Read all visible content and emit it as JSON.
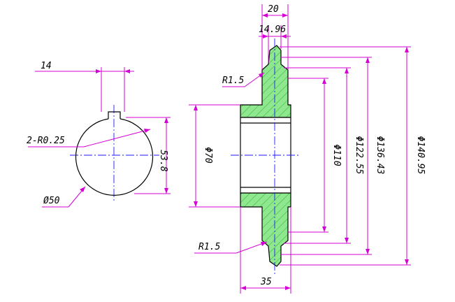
{
  "colors": {
    "dimension": "#d400d4",
    "outline": "#000000",
    "center_line": "#1a1aff",
    "section_fill": "#8fe88f",
    "hatch": "#2db22d"
  },
  "labels": {
    "keyway_width": "14",
    "key_fillet": "2-R0.25",
    "keyway_depth": "53.8",
    "bore_dia": "Ø50",
    "hub_width_top": "20",
    "tooth_width": "14.96",
    "root_fillet_top": "R1.5",
    "root_fillet_bottom": "R1.5",
    "bore_dia_section": "Φ70",
    "dia_110": "Φ110",
    "dia_122": "Φ122.55",
    "dia_136": "Φ136.43",
    "dia_140": "Φ140.95",
    "hub_length": "35"
  }
}
